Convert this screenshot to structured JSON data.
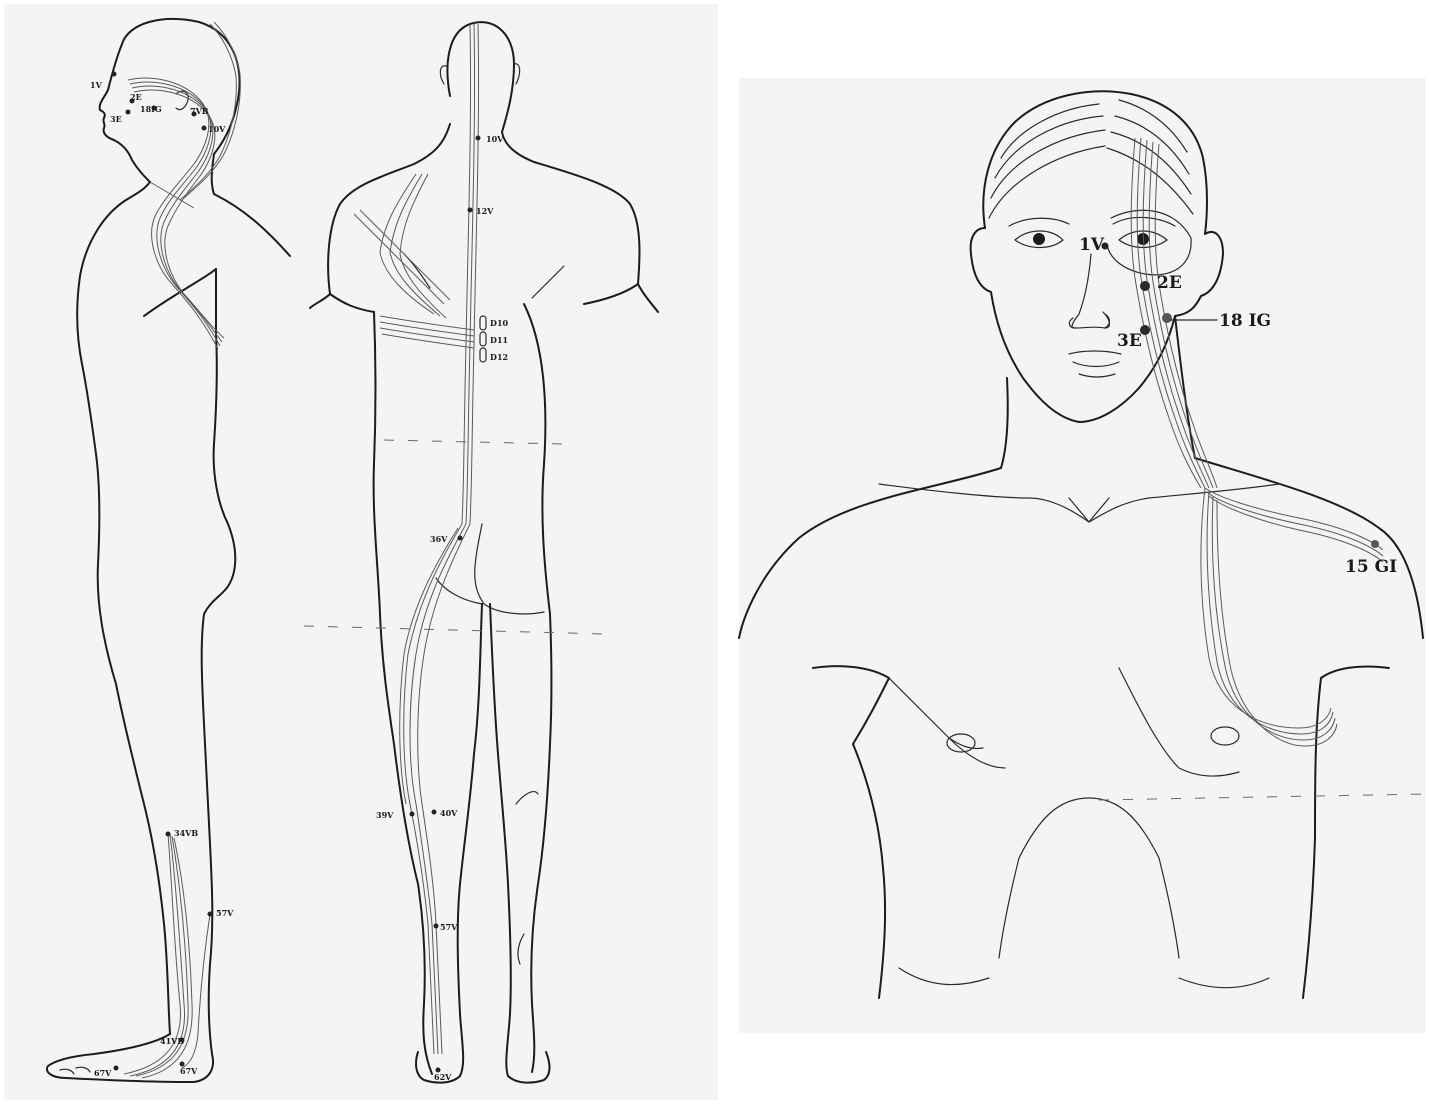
{
  "left_figure": {
    "side_labels": {
      "p1V": "1V",
      "p2E": "2E",
      "p3E": "3E",
      "p18IG": "18IG",
      "p7VB": "7VB",
      "p10V": "10V",
      "p34VB": "34VB",
      "p57V": "57V",
      "p41VB": "41VB",
      "p67V_toe": "67V",
      "p67V_heel": "67V"
    },
    "back_labels": {
      "p10V": "10V",
      "p12V": "12V",
      "pD10": "D10",
      "pD11": "D11",
      "pD12": "D12",
      "p36V": "36V",
      "p39V": "39V",
      "p40V": "40V",
      "p57V": "57V",
      "p62V": "62V"
    }
  },
  "right_figure": {
    "labels": {
      "p1V": "1V",
      "p2E": "2E",
      "p3E": "3E",
      "p18IG": "18 IG",
      "p15GI": "15 GI"
    }
  },
  "colors": {
    "ink": "#1c1c1c",
    "paper": "#f4f4f2"
  }
}
